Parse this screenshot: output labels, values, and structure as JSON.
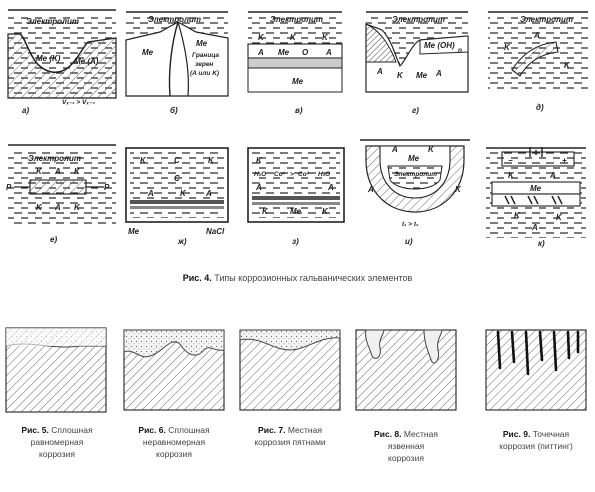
{
  "fig4": {
    "caption_num": "Рис. 4.",
    "caption_text": "Типы коррозионных гальванических элементов",
    "panels": {
      "a": {
        "letter": "а)",
        "electrolyte": "Электролит",
        "me_k": "Me (K)",
        "me_a": "Me (A)",
        "formula": "Vₓ₋₁ > Vₓ₋₄"
      },
      "b": {
        "letter": "б)",
        "electrolyte": "Электролит",
        "me_left": "Me",
        "me_right": "Me",
        "boundary": "Граница",
        "grains": "зерен",
        "ak": "(A или K)"
      },
      "v": {
        "letter": "в)",
        "electrolyte": "Электролит",
        "k1": "K",
        "k2": "K",
        "k3": "K",
        "me": "Me",
        "oxide": "O",
        "a1": "A",
        "a2": "A",
        "me2": "Me"
      },
      "g": {
        "letter": "г)",
        "electrolyte": "Электролит",
        "me_oh": "Me (OH)",
        "n": "n",
        "a": "A",
        "k": "K",
        "me": "Me",
        "a2": "A"
      },
      "d": {
        "letter": "д)",
        "electrolyte": "Электролит",
        "a": "A",
        "k1": "K",
        "k2": "K"
      },
      "e": {
        "letter": "е)",
        "electrolyte": "Электролит",
        "p_left": "P",
        "p_right": "P",
        "k_top1": "K",
        "a_top": "A",
        "k_top2": "K",
        "k_bot1": "K",
        "a_bot": "A",
        "k_bot2": "K"
      },
      "zh": {
        "letter": "ж)",
        "k1": "K",
        "c1": "C",
        "k2": "K",
        "c2": "C",
        "a": "A",
        "k3": "K",
        "a2": "A",
        "me": "Me",
        "nacl": "NaCl"
      },
      "z": {
        "letter": "з)",
        "k1": "K",
        "h2o": "H₂O",
        "co1": "Co¹",
        "gt": ">",
        "co2": "Co²",
        "h2o_r": "H₂O",
        "a": "A",
        "a_r": "A",
        "k2": "K",
        "me": "Me",
        "k3": "K"
      },
      "i": {
        "letter": "и)",
        "a": "A",
        "k": "K",
        "me": "Me",
        "electrolyte": "Электролит",
        "a2": "A",
        "k2": "K",
        "formula": "t₁ > t₂"
      },
      "k": {
        "letter": "к)",
        "minus": "−",
        "plus": "+",
        "k1": "K",
        "a1": "A",
        "me": "Me",
        "k2": "K",
        "a2": "A",
        "k3": "K"
      }
    }
  },
  "figures": [
    {
      "num": "Рис. 5.",
      "line1": "Сплошная",
      "line2": "равномерная",
      "line3": "коррозия"
    },
    {
      "num": "Рис. 6.",
      "line1": "Сплошная",
      "line2": "неравномерная",
      "line3": "коррозия"
    },
    {
      "num": "Рис. 7.",
      "line1": "Местная",
      "line2": "коррозия пятнами",
      "line3": ""
    },
    {
      "num": "Рис. 8.",
      "line1": "Местная",
      "line2": "язвенная",
      "line3": "коррозия"
    },
    {
      "num": "Рис. 9.",
      "line1": "Точечная",
      "line2": "коррозия (питтинг)",
      "line3": ""
    }
  ],
  "colors": {
    "ink": "#222222",
    "hatch": "#555555",
    "dark": "#333333"
  }
}
